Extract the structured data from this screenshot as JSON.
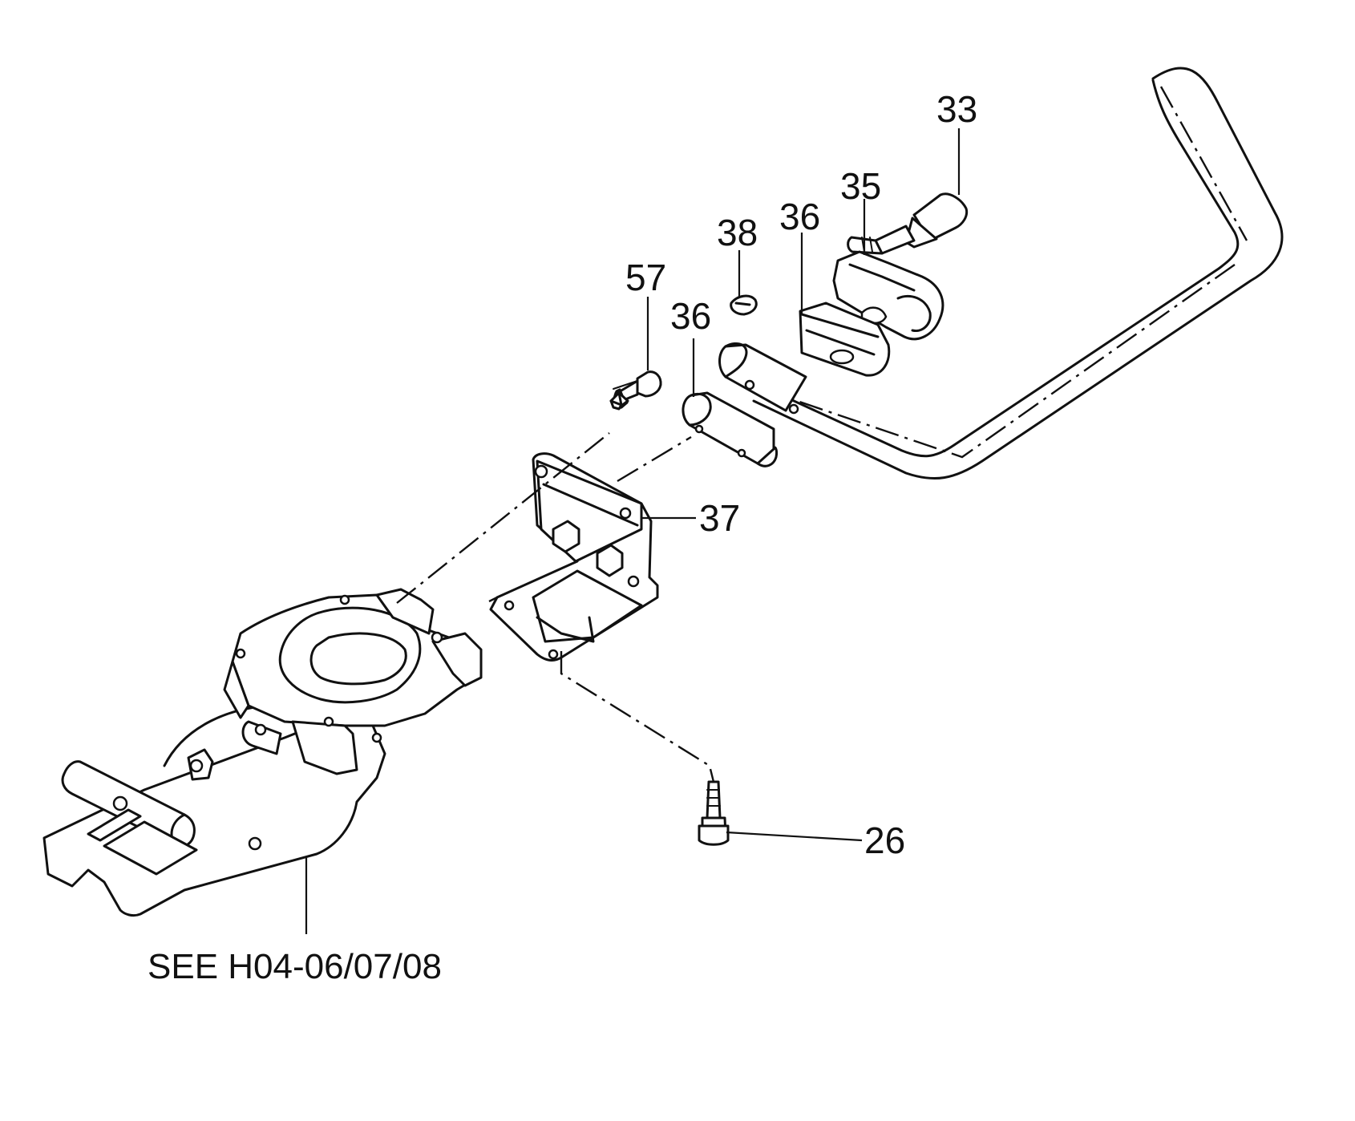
{
  "callouts": {
    "c33": "33",
    "c35": "35",
    "c36_upper": "36",
    "c38": "38",
    "c57": "57",
    "c36_lower": "36",
    "c37": "37",
    "c26": "26"
  },
  "reference_note": "SEE H04-06/07/08"
}
